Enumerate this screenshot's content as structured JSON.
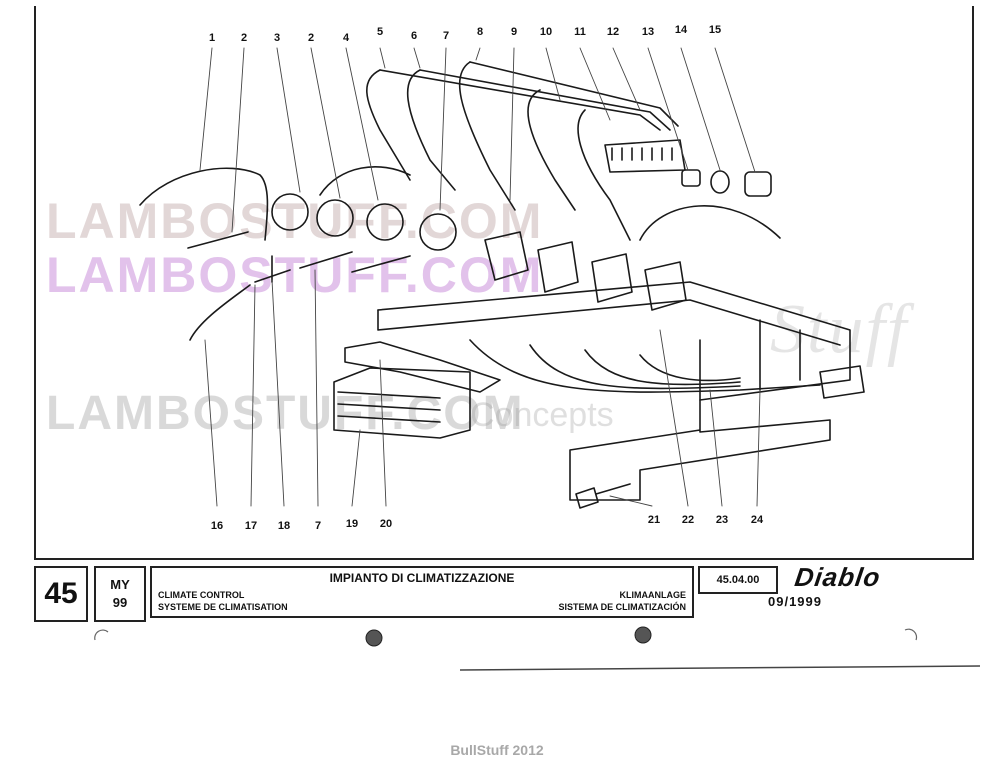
{
  "watermarks": {
    "line1": "LAMBOSTUFF.COM",
    "line2": "LAMBOSTUFF.COM",
    "line3": "LAMBOSTUFF.COM",
    "concepts": "Concepts",
    "stuff": "Stuff"
  },
  "callouts": [
    "1",
    "2",
    "3",
    "2",
    "4",
    "5",
    "6",
    "7",
    "8",
    "9",
    "10",
    "11",
    "12",
    "13",
    "14",
    "15",
    "16",
    "17",
    "18",
    "7",
    "19",
    "20",
    "21",
    "22",
    "23",
    "24"
  ],
  "title_block": {
    "page_number": "45",
    "model_year_label": "MY",
    "model_year": "99",
    "title_italian": "IMPIANTO DI CLIMATIZZAZIONE",
    "title_english": "CLIMATE CONTROL",
    "title_french": "SYSTEME DE CLIMATISATION",
    "title_german": "KLIMAANLAGE",
    "title_spanish": "SISTEMA DE CLIMATIZACIÓN",
    "drawing_code": "45.04.00",
    "model_name": "Diablo",
    "date": "09/1999"
  },
  "footer": {
    "credit": "BullStuff 2012"
  }
}
